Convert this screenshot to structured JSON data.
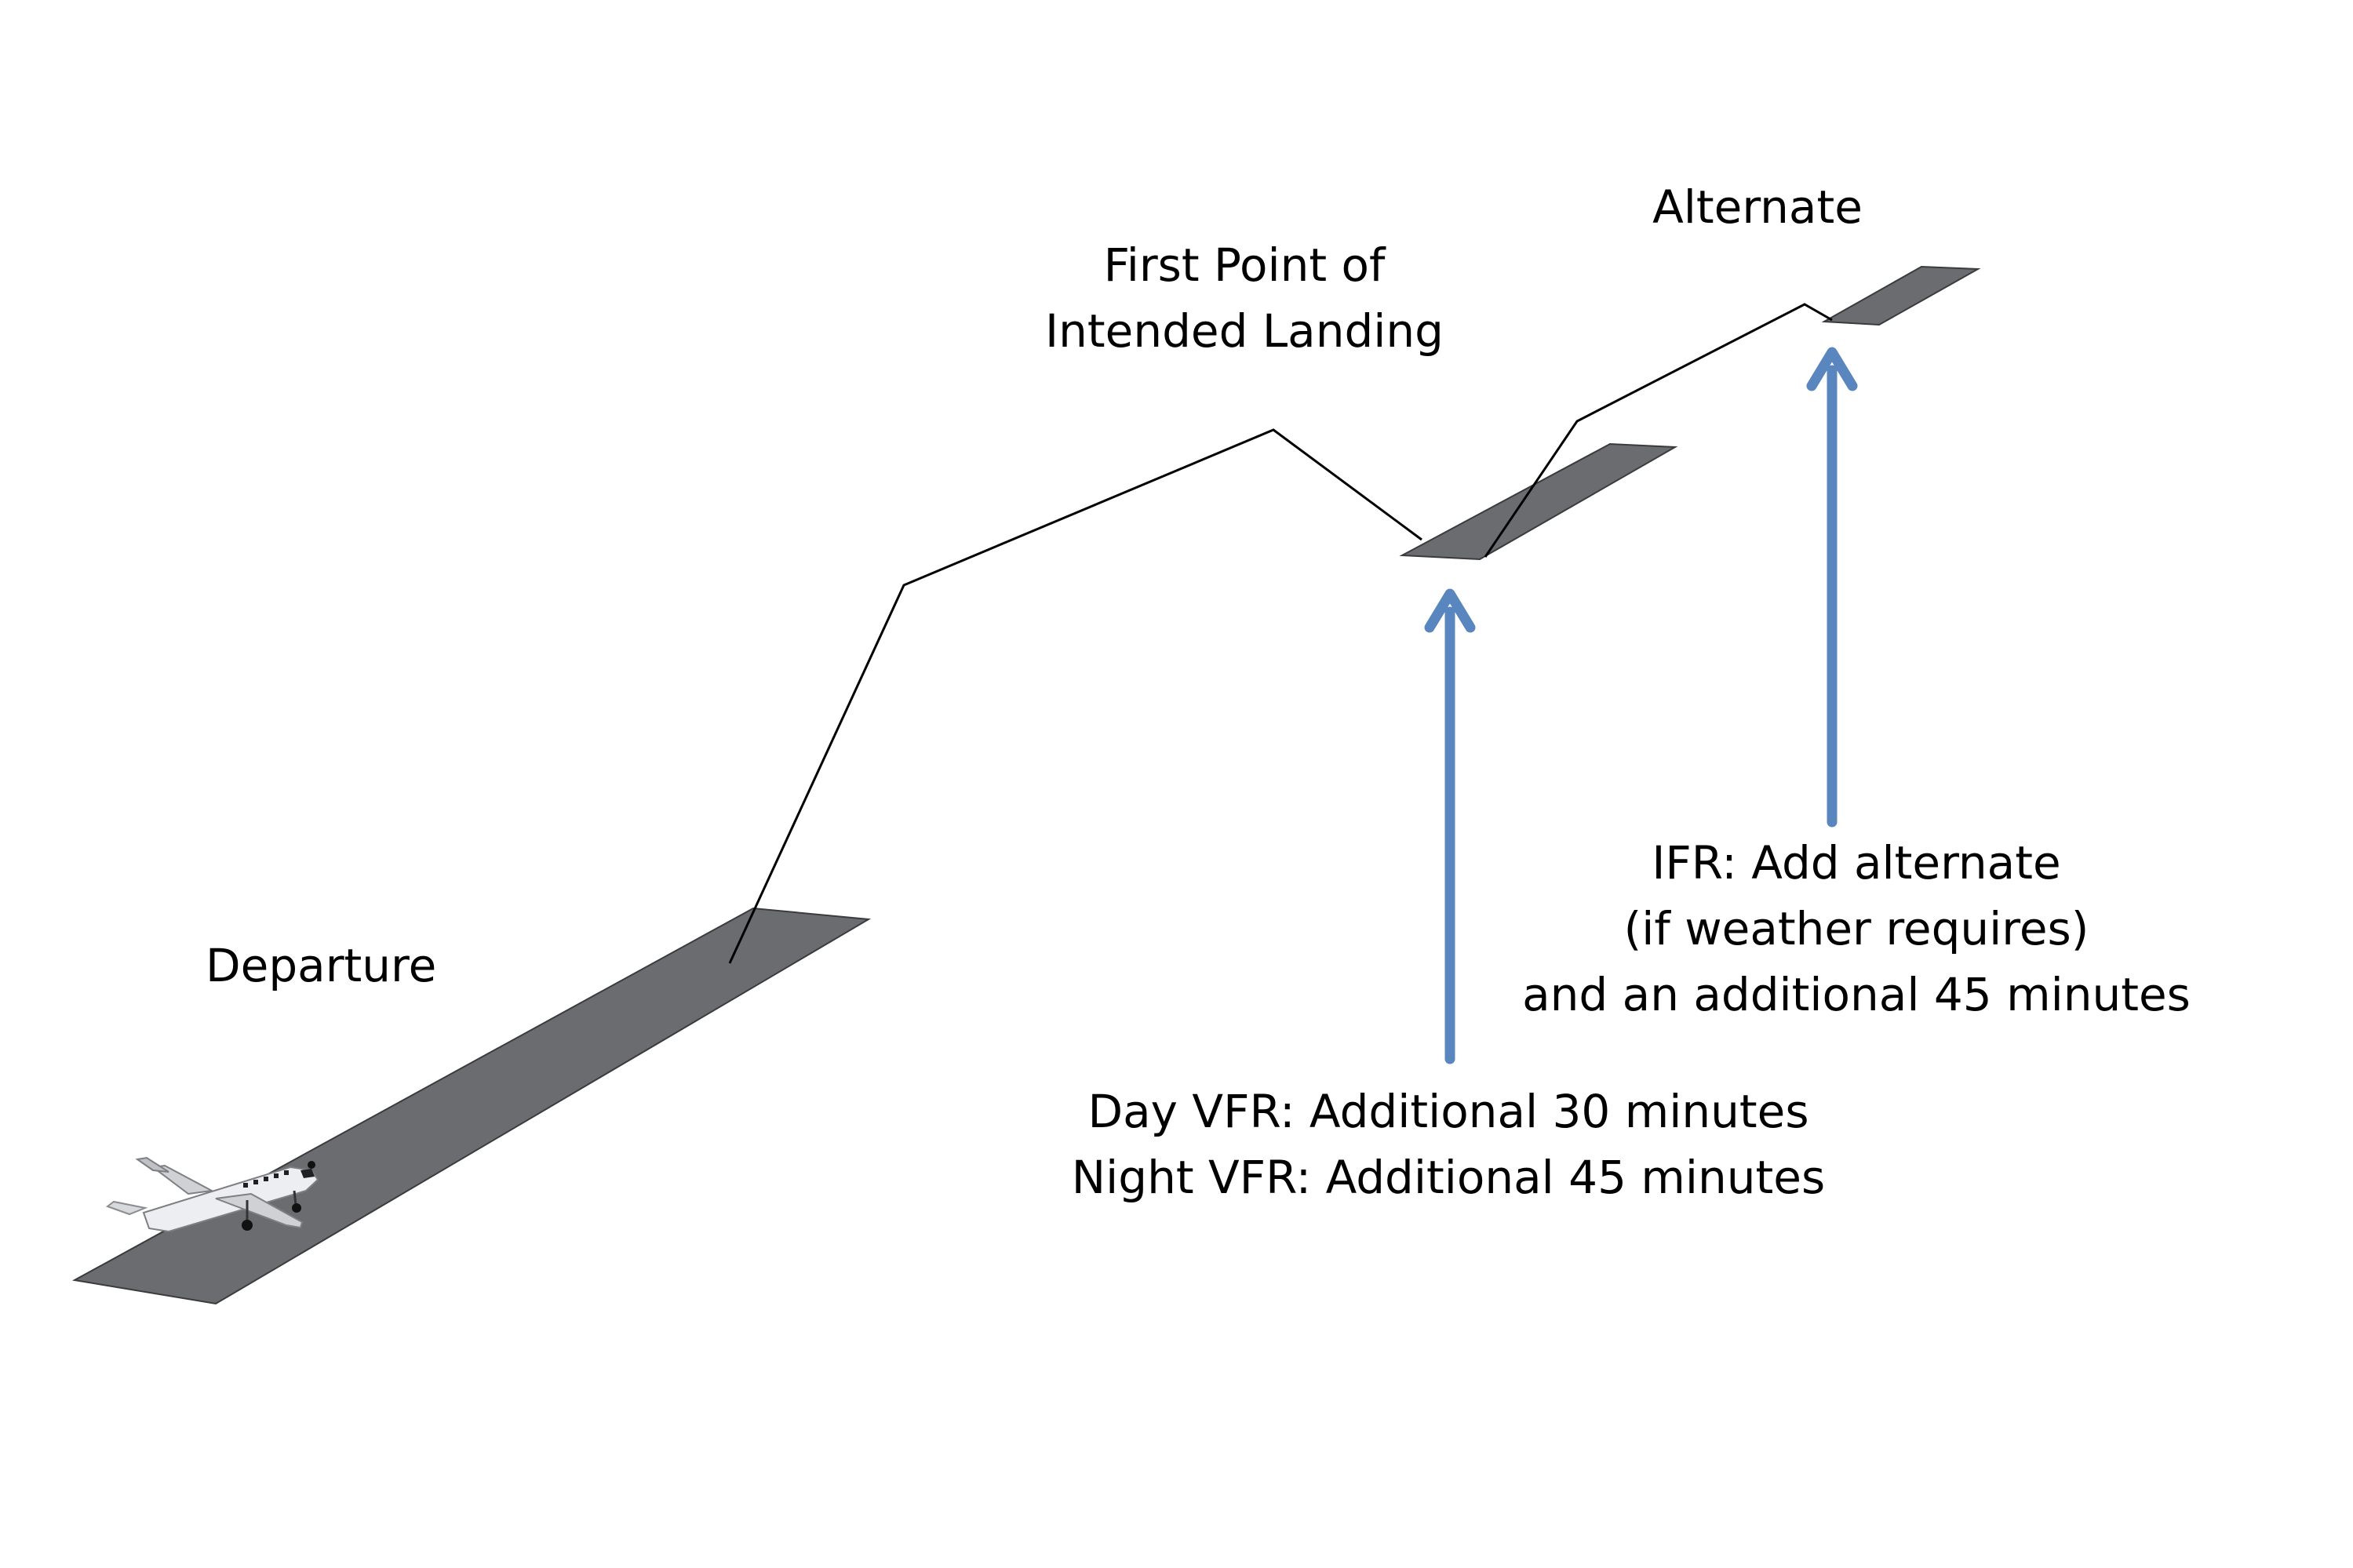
{
  "labels": {
    "departure": "Departure",
    "first_landing": [
      "First Point of",
      "Intended Landing"
    ],
    "alternate": "Alternate",
    "vfr_reserve": [
      "Day VFR: Additional 30 minutes",
      "Night VFR: Additional 45 minutes"
    ],
    "ifr_reserve": [
      "IFR: Add alternate",
      "(if weather requires)",
      "and an additional 45 minutes"
    ]
  },
  "colors": {
    "runway": "#6b6c70",
    "flight_path": "#000000",
    "arrow": "#5a86c0",
    "background": "#ffffff"
  },
  "icons": {
    "aircraft": "business-jet-icon"
  }
}
